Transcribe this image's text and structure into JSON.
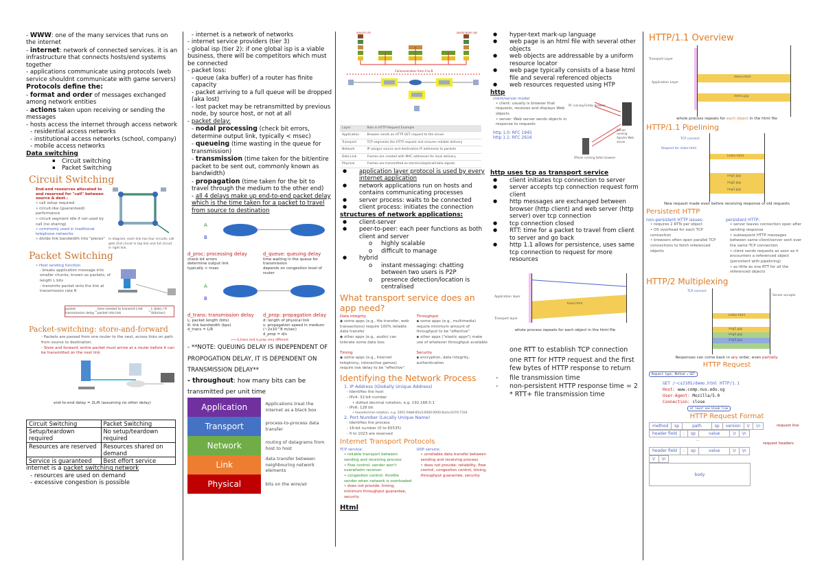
{
  "col1": {
    "intro": [
      {
        "kw": "WWW",
        "text": ": one of the many services that runs on the internet"
      },
      {
        "kw": "internet",
        "text": ": network of connected services. it is an infrastructure that connects hosts/end systems together"
      },
      {
        "kw": "",
        "text": "applications communicate using protocols (web service shouldnt communicate with game servers)"
      }
    ],
    "protocols_heading": "Protocols define the:",
    "protocols": [
      {
        "kw": "format and order",
        "text": " of messages exchanged among network entities"
      },
      {
        "kw": "actions",
        "text": " taken upon receiving or sending the messages"
      },
      {
        "kw": "",
        "text": "hosts access the internet through access network"
      }
    ],
    "access_networks": [
      "residential access networks",
      "institutional access networks (school, company)",
      "mobile access networks"
    ],
    "data_switching_heading": "Data switching",
    "data_switching_items": [
      "Circuit switching",
      "Packet Switching"
    ],
    "circuit_switching_title": "Circuit Switching",
    "circuit_switching_lead": "End-end resources allocated to and reserved for \"call\" between source & dest.:",
    "circuit_switching_points": [
      "call setup required",
      "circuit-like (guaranteed) performance",
      "circuit segment idle if not used by call (no sharing)",
      "commonly used in traditional telephone networks",
      "divide link bandwidth into \"pieces\""
    ],
    "circuit_switching_caption": "In diagram, each link has four circuits; call gets 2nd circuit in top link and 1st circuit in right link.",
    "packet_switching_title": "Packet Switching",
    "packet_switching_points": [
      "Host sending function",
      "breaks application message into smaller chunks, known as packets, of length L bits",
      "transmits packet onto the link at transmission rate R"
    ],
    "formula": {
      "left": "packet transmission delay",
      "middle": "time needed to transmit L-bit packet into link",
      "right": "L (bits) / R (bits/sec)"
    },
    "store_forward_title": "Packet-switching: store-and-forward",
    "store_forward_points": [
      "Packets are passed from one router to the next, across links on path from source to destination.",
      "Store and forward: entire packet must arrive at a router before it can be transmitted on the next link."
    ],
    "store_forward_caption": "end-to-end delay = 2L/R (assuming no other delay)",
    "table": {
      "headers": [
        "Circuit Switching",
        "Packet Switching"
      ],
      "rows": [
        [
          "Setup/teardown required",
          "No setup/teardown required"
        ],
        [
          "Resources are reserved",
          "Resources shared on demand"
        ],
        [
          "Service is guaranteed",
          "Best effort service"
        ]
      ]
    },
    "footer_prefix": "internet is a ",
    "footer_link": "packet switching network",
    "footer_points": [
      "resources are used on demand",
      "excessive congestion is possible"
    ]
  },
  "col2": {
    "lines": [
      {
        "indent": true,
        "text": "- internet is a network of networks"
      },
      {
        "indent": false,
        "text": "- internet service providers (tier 3)"
      },
      {
        "indent": false,
        "text": "- global isp (tier 2): if one global isp is a viable business, there will be competitors which must be connected"
      },
      {
        "indent": false,
        "text": "- packet loss:"
      },
      {
        "indent": true,
        "text": "- queue (aka buffer) of a router has finite capacity"
      },
      {
        "indent": true,
        "text": "- packet arriving to a full queue will be dropped (aka lost)"
      },
      {
        "indent": true,
        "text": "- lost packet may be retransmitted by previous node, by source host, or not at all"
      }
    ],
    "packet_delay_heading": "packet delay:",
    "delays": [
      {
        "kw": "nodal processing",
        "text": " (check bit errors, determine output link, typically < msec)"
      },
      {
        "kw": "queueing",
        "text": " (time wasting in the queue for transmission)"
      },
      {
        "kw": "transmission",
        "text": " (time taken for the bit/entire packet to be sent out, commonly known as bandwidth)"
      },
      {
        "kw": "propagation",
        "text": " (time taken for the bit to travel through the medium to the other end)"
      }
    ],
    "delay_summary": "all 4 delays make up end-to-end packet delay which is the time taken for a packet to travel from source to destination",
    "diagram1": {
      "processing_title": "d_proc: processing delay",
      "processing_points": [
        "check bit errors",
        "determine output link",
        "typically < msec"
      ],
      "queuing_title": "d_queue: queuing delay",
      "queuing_points": [
        "time waiting in the queue for transmission",
        "depends on congestion level of router"
      ]
    },
    "diagram2": {
      "transmission_title": "d_trans: transmission delay",
      "transmission_points": [
        "L: packet length (bits)",
        "R: link bandwidth (bps)",
        "d_trans = L/R"
      ],
      "propagation_title": "d_prop: propagation delay",
      "propagation_points": [
        "d: length of physical link",
        "s: propagation speed in medium (~2x10^8 m/sec)",
        "d_prop = d/s"
      ],
      "arrow_label": "d_trans and d_prop very different"
    },
    "note": "- **NOTE: QUEUING DELAY IS INDEPENDENT OF PROPOGATION DELAY, IT IS DEPENDENT ON TRANSMISSION DELAY**",
    "throughput_kw": "- throughout",
    "throughput_text": ": how many bits can be transmitted per unit time",
    "layers": [
      {
        "name": "Application",
        "color": "#7030a0",
        "desc": "Applications treat the internet as a black box"
      },
      {
        "name": "Transport",
        "color": "#4472c4",
        "desc": "process-to-process data transfer"
      },
      {
        "name": "Network",
        "color": "#70ad47",
        "desc": "routing of datagrams from host to host"
      },
      {
        "name": "Link",
        "color": "#ed7d31",
        "desc": "data transfer between neighbouring network elements"
      },
      {
        "name": "Physical",
        "color": "#c00000",
        "desc": "bits on the wire/air"
      }
    ]
  },
  "col3": {
    "stack_labels": {
      "source": "Source (A)",
      "dest": "Destination (B)",
      "path_label": "Communication from A to B"
    },
    "layers_left": [
      "Application",
      "Transport",
      "Network",
      "Data Link",
      "Physical"
    ],
    "osi_table": {
      "headers": [
        "Layer",
        "Role in HTTP Request Example"
      ],
      "rows": [
        [
          "Application",
          "Browser sends an HTTP GET request to the server"
        ],
        [
          "Transport",
          "TCP segments the HTTP request and ensures reliable delivery"
        ],
        [
          "Network",
          "IP assigns source and destination IP addresses to packets"
        ],
        [
          "Data Link",
          "Frames are created with MAC addresses for local delivery"
        ],
        [
          "Physical",
          "Frames are transmitted as electrical/optical/radio signals"
        ]
      ]
    },
    "app_points": [
      {
        "text": "application layer protocol is used by every internet application",
        "underline": true
      },
      {
        "text": "network applications run on hosts and contains communicating processes",
        "underline": false
      },
      {
        "text": "server process: waits to be connected",
        "underline": false
      },
      {
        "text": "client process: initiates the connection",
        "underline": false
      }
    ],
    "structures_heading": "structures of network applications:",
    "structures": [
      {
        "text": "client-server",
        "sub": []
      },
      {
        "text": "peer-to-peer: each peer functions as both client and server",
        "sub": [
          "highly scalable",
          "difficult to manage"
        ]
      },
      {
        "text": "hybrid",
        "sub": [
          "instant messaging: chatting between two users is P2P",
          "presence detection/location is centralised"
        ]
      }
    ],
    "transport_need_title": "What transport service does an app need?",
    "transport_need": [
      {
        "title": "Data integrity",
        "points": [
          "some apps (e.g., file transfer, web transactions) require 100% reliable data transfer",
          "other apps (e.g., audio) can tolerate some data loss"
        ]
      },
      {
        "title": "Throughput",
        "points": [
          "some apps (e.g., multimedia) require minimum amount of throughput to be \"effective\"",
          "other apps (\"elastic apps\") make use of whatever throughput available"
        ]
      },
      {
        "title": "Timing",
        "points": [
          "some apps (e.g., Internet telephony, interactive games) require low delay to be \"effective\""
        ]
      },
      {
        "title": "Security",
        "points": [
          "encryption, data integrity, authentication"
        ]
      }
    ],
    "identify_title": "Identifying the Network Process",
    "ip_heading": "1. IP Address (Globally Unique Address)",
    "ip_points": [
      "Identifies the host",
      "IPv4: 32-bit number",
      "dotted decimal notation, e.g. 192.168.0.1",
      "IPv6: 128 bit",
      "hexadecimal notation, e.g. 2001:0db8:85a3:0000:0000:8a2e:0370:7334"
    ],
    "port_heading": "2. Port Number (Locally Unique Name)",
    "port_points": [
      "Identifies the process",
      "16-bit number (0 to 65535)",
      "0 to 1023 are reserved"
    ],
    "itp_title": "Internet Transport Protocols",
    "tcp_heading": "TCP service:",
    "tcp_points": [
      "reliable transport between sending and receiving process",
      "flow control: sender won't overwhelm receiver",
      "congestion control: throttle sender when network is overloaded",
      "does not provide: timing, minimum throughput guarantee, security"
    ],
    "udp_heading": "UDP service:",
    "udp_points": [
      "unreliable data transfer between sending and receiving process",
      "does not provide: reliability, flow control, congestion control, timing, throughput guarantee, security"
    ],
    "html_heading": "Html"
  },
  "col4": {
    "html_points": [
      "hyper-text mark-up language",
      "web page is an html file with several other objects",
      "web objects are addressable by a uniform resource locator",
      "web page typically consists of a base html file and several referenced objects",
      "web resources requested using HTP"
    ],
    "http_heading": "http",
    "http_model": {
      "title": "client/server model",
      "points": [
        "client: usually is browser that requests, receives and displays Web objects",
        "server: Web server sends objects in response to requests"
      ],
      "rfc1": "http 1.0: RFC 1945",
      "rfc2": "http 1.1: RFC 2616",
      "labels": [
        "PC running Firefox browser",
        "Server running Apache Web server",
        "iPhone running Safari browser"
      ]
    },
    "tcp_heading": "http uses tcp as transport service",
    "tcp_points": [
      "client initiates tcp connection to server",
      "server accepts tcp connection request form client",
      "http messages are exchanged between browser (http client) and web server (http server) over tcp connection",
      "tcp connection closed",
      "RTT: time for a packet to travel from client to server and go back",
      "http 1.1 allows for persistence, uses same tcp connection to request for more resources"
    ],
    "seq_labels": {
      "app": "Application layer",
      "transport": "Transport layer",
      "band": "base.html",
      "caption": "whole process repeats for each object in the html file"
    },
    "rtt_points": [
      {
        "dash": false,
        "text": "one RTT to establish TCP connection"
      },
      {
        "dash": false,
        "text": "one RTT for HTTP request and the first few bytes of HTTP response to return"
      },
      {
        "dash": true,
        "text": "file transmission time"
      },
      {
        "dash": true,
        "text": "non-persistent HTTP response time = 2 * RTT+ file transmission time"
      }
    ]
  },
  "col5": {
    "overview_title": "HTTP/1.1 Overview",
    "overview_labels": {
      "transport": "Transport Layer",
      "application": "Application Layer",
      "band1": "demo.html",
      "band2": "demo.jpg",
      "caption_pre": "whole process repeats for ",
      "caption_hl": "each object",
      "caption_post": " in the html file"
    },
    "pipelining_title": "HTTP/1.1 Pipelining",
    "pipelining_labels": {
      "connect": "TCP connect",
      "request": "Request for index.html",
      "bands": [
        "index.html",
        "img1.jpg",
        "img2.jpg",
        "img3.jpg"
      ],
      "caption": "New request made even before receiving response of old requests"
    },
    "persistent_title": "Persistent HTTP",
    "non_persistent_heading": "non-persistent HTTP issues:",
    "non_persistent_points": [
      "requires 2 RTTs per object",
      "OS overhead for each TCP connection",
      "browsers often open parallel TCP connections to fetch referenced objects"
    ],
    "persistent_heading": "persistent HTTP:",
    "persistent_points": [
      "server leaves connection open after sending response",
      "subsequent HTTP messages between same client/server sent over the same TCP connection",
      "client sends requests as soon as it encounters a referenced object (persistent with pipelining)",
      "as little as one RTT for all the referenced objects"
    ],
    "multiplexing_title": "HTTP/2 Multiplexing",
    "multiplexing_labels": {
      "connect": "TCP connect",
      "accept": "Server accepts",
      "bands": [
        "index.html",
        "img1.jpg",
        "img2.jpg",
        "img3.jpg"
      ],
      "caption_pre": "Responses can come back in ",
      "caption_hl1": "any",
      "caption_mid": " order, even ",
      "caption_hl2": "partially."
    },
    "request_title": "HTTP Request",
    "request_lines": [
      {
        "key": "GET ",
        "val": "/~cs2105/demo.html HTTP/1.1"
      },
      {
        "key": "Host: ",
        "val": "www.comp.nus.edu.sg"
      },
      {
        "key": "User-Agent: ",
        "val": "Mozilla/5.0"
      },
      {
        "key": "Connection: ",
        "val": "close"
      }
    ],
    "request_callout": "Request type, Method = GET",
    "request_callout2": "at least one blank line",
    "format_title": "HTTP Request Format",
    "format_rows": [
      [
        "method",
        "sp",
        "path",
        "sp",
        "version",
        "\\r",
        "\\n"
      ],
      [
        "header field",
        ":",
        "sp",
        "value",
        "\\r",
        "\\n"
      ],
      [
        "header field",
        ":",
        "sp",
        "value",
        "\\r",
        "\\n"
      ],
      [
        "\\r",
        "\\n"
      ]
    ],
    "format_labels": {
      "request_line": "request line",
      "headers": "request headers",
      "body": "body",
      "ellipsis": "..."
    }
  }
}
